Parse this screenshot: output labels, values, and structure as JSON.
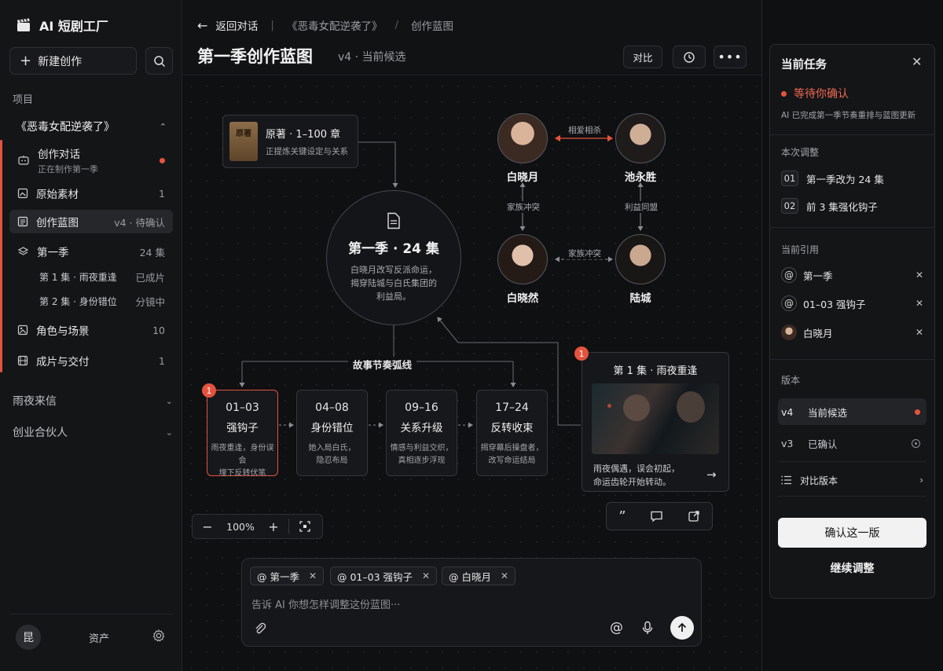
{
  "app": {
    "title": "AI 短剧工厂"
  },
  "sidebar": {
    "new_label": "新建创作",
    "projects_label": "项目",
    "project_title": "《恶毒女配逆袭了》",
    "items": [
      {
        "label": "创作对话",
        "sub": "正在制作第一季",
        "right": ""
      },
      {
        "label": "原始素材",
        "right": "1"
      },
      {
        "label": "创作蓝图",
        "right": "v4 · 待确认"
      },
      {
        "label": "第一季",
        "right": "24 集"
      },
      {
        "label": "第 1 集 · 雨夜重逢",
        "right": "已成片"
      },
      {
        "label": "第 2 集 · 身份错位",
        "right": "分镜中"
      },
      {
        "label": "角色与场景",
        "right": "10"
      },
      {
        "label": "成片与交付",
        "right": "1"
      }
    ],
    "other_projects": [
      "雨夜来信",
      "创业合伙人"
    ],
    "footer": {
      "avatar": "昆",
      "assets_label": "资产"
    }
  },
  "header": {
    "back_label": "返回对话",
    "crumb_project": "《恶毒女配逆袭了》",
    "crumb_page": "创作蓝图",
    "title": "第一季创作蓝图",
    "version": "v4 · 当前候选",
    "compare_label": "对比"
  },
  "canvas": {
    "source": {
      "book": "原著",
      "title": "原著 · 1–100 章",
      "desc": "正提炼关键设定与关系"
    },
    "season": {
      "title": "第一季 · 24 集",
      "desc_lines": [
        "白晓月改写反派命运，",
        "揭穿陆城与白氏集团的",
        "利益局。"
      ]
    },
    "characters": [
      {
        "name": "白晓月"
      },
      {
        "name": "池永胜"
      },
      {
        "name": "白晓然"
      },
      {
        "name": "陆城"
      }
    ],
    "relations": {
      "top": "相爱相杀",
      "left": "家族冲突",
      "right": "利益同盟",
      "bottom": "家族冲突"
    },
    "arc_title": "故事节奏弧线",
    "stages": [
      {
        "range": "01–03",
        "title": "强钩子",
        "desc_lines": [
          "雨夜重逢，身份误会",
          "埋下反转伏笔"
        ],
        "badge": "1"
      },
      {
        "range": "04–08",
        "title": "身份错位",
        "desc_lines": [
          "她入局白氏，",
          "隐忍布局"
        ]
      },
      {
        "range": "09–16",
        "title": "关系升级",
        "desc_lines": [
          "情感与利益交织，",
          "真相逐步浮现"
        ]
      },
      {
        "range": "17–24",
        "title": "反转收束",
        "desc_lines": [
          "揭穿幕后操盘者，",
          "改写命运结局"
        ]
      }
    ],
    "episode": {
      "badge": "1",
      "title": "第 1 集 · 雨夜重逢",
      "desc_lines": [
        "雨夜偶遇，误会初起，",
        "命运齿轮开始转动。"
      ]
    },
    "zoom": "100%"
  },
  "composer": {
    "chips": [
      "@ 第一季",
      "@ 01–03 强钩子",
      "@ 白晓月"
    ],
    "placeholder": "告诉 AI 你想怎样调整这份蓝图···"
  },
  "panel": {
    "title": "当前任务",
    "status": "等待你确认",
    "status_desc": "AI 已完成第一季节奏重排与蓝图更新",
    "adjust_label": "本次调整",
    "adjustments": [
      {
        "num": "01",
        "text": "第一季改为 24 集"
      },
      {
        "num": "02",
        "text": "前 3 集强化钩子"
      }
    ],
    "refs_label": "当前引用",
    "refs": [
      "第一季",
      "01–03 强钩子",
      "白晓月"
    ],
    "versions_label": "版本",
    "versions": [
      {
        "ver": "v4",
        "label": "当前候选"
      },
      {
        "ver": "v3",
        "label": "已确认"
      }
    ],
    "compare_versions": "对比版本",
    "confirm": "确认这一版",
    "continue": "继续调整"
  },
  "colors": {
    "accent": "#e5533d",
    "bg": "#0f1012",
    "panel": "#141517"
  }
}
